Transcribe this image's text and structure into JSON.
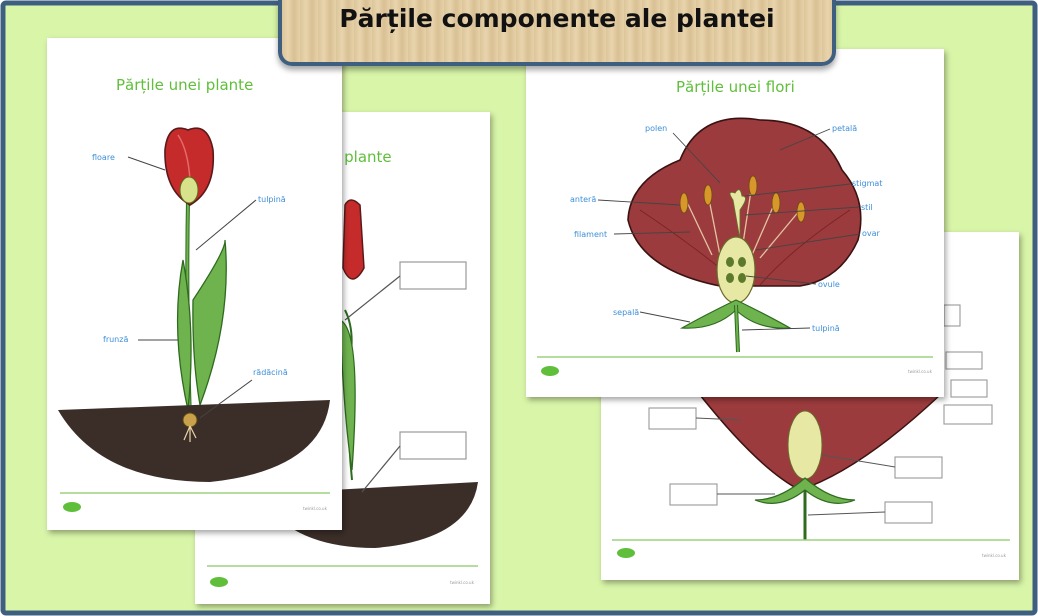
{
  "header": {
    "title": "Părțile componente ale plantei"
  },
  "worksheets": {
    "plant_labeled": {
      "title": "Părțile unei plante",
      "labels": {
        "flower": "floare",
        "stem": "tulpină",
        "leaves": "frunză",
        "root": "rădăcină"
      }
    },
    "plant_blank": {
      "title_fragment": "ei plante"
    },
    "flower_labeled": {
      "title": "Părțile unei flori",
      "labels": {
        "pollen": "polen",
        "petal": "petală",
        "stigma": "stigmat",
        "anther": "anteră",
        "style": "stil",
        "filament": "filament",
        "ovary": "ovar",
        "ovule": "ovule",
        "sepal": "sepală",
        "stem": "tulpină"
      }
    },
    "footer_url": "twinkl.co.uk"
  },
  "colors": {
    "background": "#d8f5a8",
    "frame_border": "#3f5f80",
    "title_green": "#5fbf3a",
    "label_blue": "#3d8fd8",
    "petal_red": "#c62b2b",
    "flower_red": "#9c3b3d",
    "soil": "#3b2e28"
  }
}
